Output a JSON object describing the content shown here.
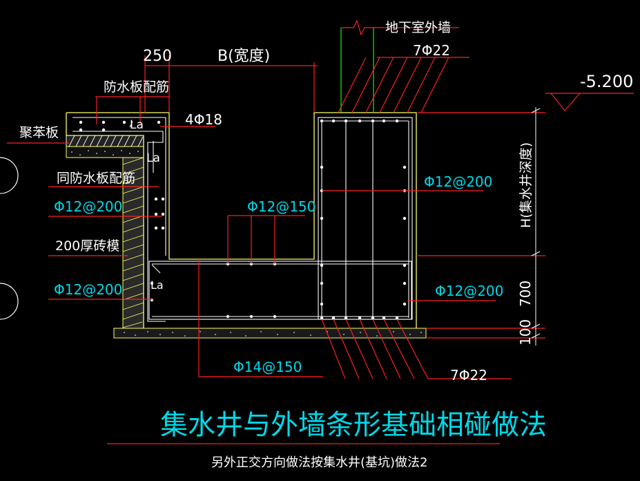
{
  "labels": {
    "dim_250": "250",
    "dim_b": "B(宽度)",
    "basement_wall": "地下室外墙",
    "rebar_7phi22_top": "7Φ22",
    "elev": "-5.200",
    "waterproof_rebar": "防水板配筋",
    "la_1": "La",
    "rebar_4phi18": "4Φ18",
    "la_2": "La",
    "poly_board": "聚苯板",
    "same_waterproof": "同防水板配筋",
    "phi12_200_left1": "Φ12@200",
    "phi12_150": "Φ12@150",
    "phi12_200_right1": "Φ12@200",
    "h_depth": "H(集水井深度)",
    "brick_200": "200厚砖模",
    "phi12_200_left2": "Φ12@200",
    "la_3": "La",
    "phi12_200_right2": "Φ12@200",
    "dim_700": "700",
    "dim_100": "100",
    "phi14_150": "Φ14@150",
    "rebar_7phi22_bot": "7Φ22",
    "title": "集水井与外墙条形基础相碰做法",
    "subtitle": "另外正交方向做法按集水井(基坑)做法2"
  },
  "colors": {
    "background": "#000000",
    "concrete_outline": "#ffff66",
    "rebar": "#ffffff",
    "leader": "#ff2020",
    "text": "#00e0e0",
    "green_wall": "#00ff00"
  }
}
